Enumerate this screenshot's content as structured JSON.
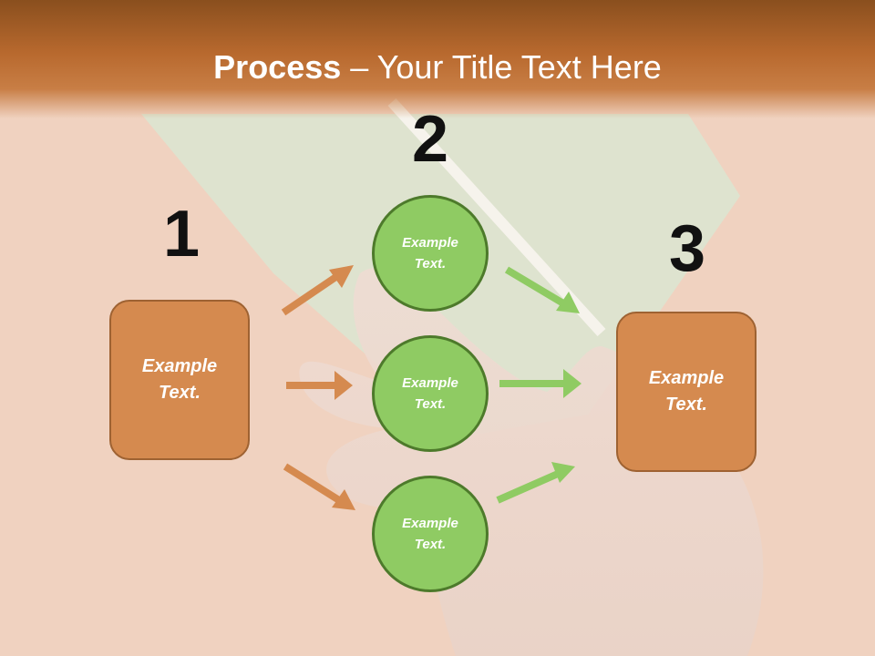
{
  "slide": {
    "title_bold": "Process",
    "title_rest": " – Your Title Text Here"
  },
  "steps": [
    {
      "number": "1",
      "text": "Example Text."
    },
    {
      "number": "2",
      "items": [
        "Example Text.",
        "Example Text.",
        "Example Text."
      ]
    },
    {
      "number": "3",
      "text": "Example Text."
    }
  ],
  "colors": {
    "header": "#b8692e",
    "box_fill": "#d58a4f",
    "circle_fill": "#8fcb63",
    "arrow_orange": "#d58a4f",
    "arrow_green": "#8fcb63"
  }
}
